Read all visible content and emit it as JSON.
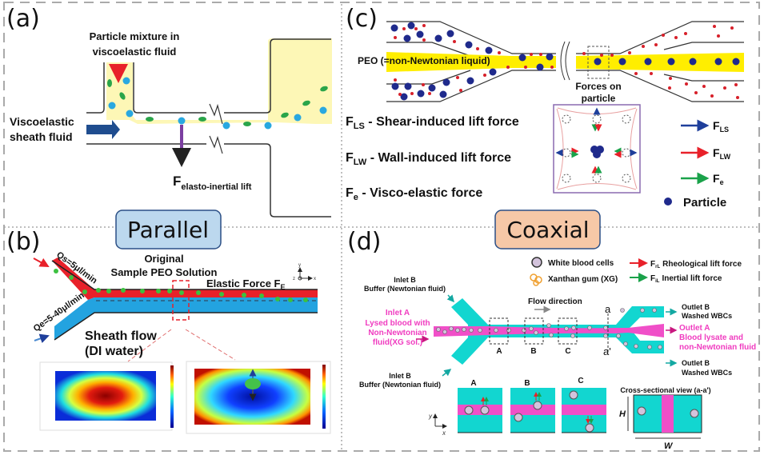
{
  "panels": {
    "a": {
      "letter": "(a)",
      "inlet_label_1": "Particle mixture in",
      "inlet_label_2": "viscoelastic fluid",
      "sheath_label_1": "Viscoelastic",
      "sheath_label_2": "sheath fluid",
      "force_main": "F",
      "force_sub": "elasto-inertial lift",
      "colors": {
        "fluid": "#fdf7b6",
        "particle_large": "#29a8e0",
        "particle_small": "#2aa54a",
        "arrow_inlet": "#c0161b",
        "arrow_sheath": "#1f4d8f",
        "arrow_force": "#7b3fa0"
      }
    },
    "b": {
      "letter": "(b)",
      "qs_label": "Qs=5μl/min",
      "qe_label": "Qe=5-40μl/min",
      "original_1": "Original",
      "original_2": "Sample PEO Solution",
      "elastic_force": "Elastic Force F",
      "elastic_sub": "E",
      "sheath_1": "Sheath flow",
      "sheath_2": "(DI water)",
      "axes": {
        "x": "x",
        "y": "y",
        "z": "z"
      },
      "colors": {
        "sample": "#e8212a",
        "sheath": "#23a3e0",
        "particle": "#3cc140"
      }
    },
    "c": {
      "letter": "(c)",
      "peo_label": "PEO (=non-Newtonian liquid)",
      "forces_label_1": "Forces on",
      "forces_label_2": "particle",
      "definitions": [
        {
          "sym": "F",
          "sub": "LS",
          "text": " - Shear-induced lift force"
        },
        {
          "sym": "F",
          "sub": "LW",
          "text": " - Wall-induced lift force"
        },
        {
          "sym": "F",
          "sub": "e",
          "text": "   - Visco-elastic force"
        }
      ],
      "legend": [
        {
          "sym": "F",
          "sub": "LS",
          "color": "#1f3f9b"
        },
        {
          "sym": "F",
          "sub": "LW",
          "color": "#e8212a"
        },
        {
          "sym": "F",
          "sub": "e",
          "color": "#1aa24a"
        },
        {
          "label": "Particle",
          "color": "#1f2a8c"
        }
      ],
      "colors": {
        "core": "#ffee00",
        "particle_large": "#1f2a8c",
        "particle_small": "#d7202a"
      }
    },
    "d": {
      "letter": "(d)",
      "legend": {
        "wbc": "White blood cells",
        "xg": "Xanthan gum (XG)",
        "frl_sym": "F",
        "frl_sub": "rL",
        "frl_text": "Rheological lift force",
        "fil_sym": "F",
        "fil_sub": "iL",
        "fil_text": "Inertial lift force"
      },
      "inlet_b_top_1": "Inlet B",
      "inlet_b_top_2": "Buffer (Newtonian fluid)",
      "inlet_a_1": "Inlet A",
      "inlet_a_2": "Lysed blood with",
      "inlet_a_3": "Non-Newtonian",
      "inlet_a_4": "fluid(XG sol.)",
      "inlet_b_bot_1": "Inlet B",
      "inlet_b_bot_2": "Buffer (Newtonian fluid)",
      "flow_direction": "Flow direction",
      "section_a": "a",
      "section_a_prime": "a'",
      "box_labels": [
        "A",
        "B",
        "C"
      ],
      "outlet_b_top_1": "Outlet B",
      "outlet_b_top_2": "Washed WBCs",
      "outlet_a_1": "Outlet A",
      "outlet_a_2": "Blood lysate and",
      "outlet_a_3": "non-Newtonian fluid",
      "outlet_b_bot_1": "Outlet B",
      "outlet_b_bot_2": "Washed WBCs",
      "cross_section_title": "Cross-sectional view (a-a')",
      "dim_h": "H",
      "dim_w": "W",
      "axis_x": "x",
      "axis_y": "y",
      "colors": {
        "buffer": "#12d6d0",
        "sample": "#f04fc8",
        "wbc": "#d3c3dc",
        "magenta_text": "#f03cc0"
      }
    }
  },
  "badges": {
    "parallel": "Parallel",
    "coaxial": "Coaxial",
    "parallel_color": "#bcd8ee",
    "coaxial_color": "#f6c8a7"
  }
}
